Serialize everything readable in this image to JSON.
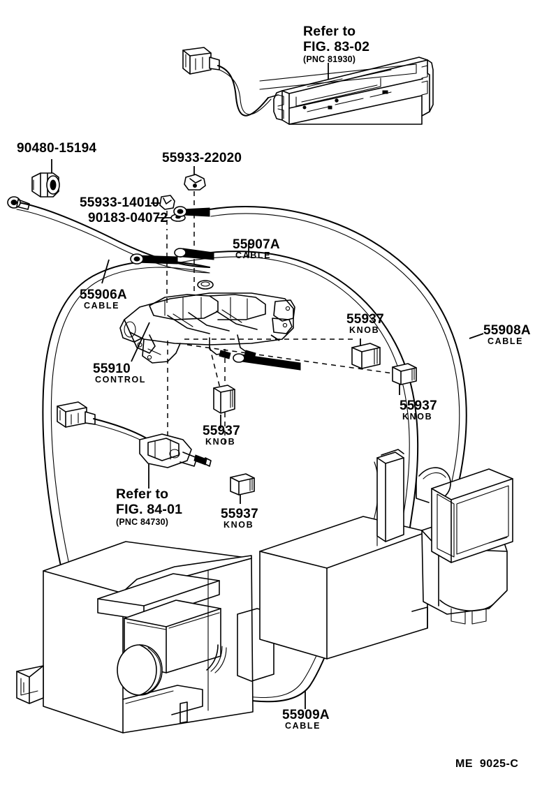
{
  "diagram": {
    "footer_code": "ME  9025-C",
    "title_hidden": "",
    "references": [
      {
        "id": "ref-83-02",
        "line1": "Refer to",
        "line2": "FIG. 83-02",
        "line3": "(PNC 81930)"
      },
      {
        "id": "ref-84-01",
        "line1": "Refer to",
        "line2": "FIG. 84-01",
        "line3": "(PNC 84730)"
      }
    ],
    "parts": [
      {
        "id": "p-90480",
        "number": "90480-15194",
        "name": ""
      },
      {
        "id": "p-55933-22020",
        "number": "55933-22020",
        "name": ""
      },
      {
        "id": "p-55933-14010",
        "number": "55933-14010",
        "name": ""
      },
      {
        "id": "p-90183",
        "number": "90183-04072",
        "name": ""
      },
      {
        "id": "p-55906A",
        "number": "55906A",
        "name": "CABLE"
      },
      {
        "id": "p-55907A",
        "number": "55907A",
        "name": "CABLE"
      },
      {
        "id": "p-55908A",
        "number": "55908A",
        "name": "CABLE"
      },
      {
        "id": "p-55909A",
        "number": "55909A",
        "name": "CABLE"
      },
      {
        "id": "p-55910",
        "number": "55910",
        "name": "CONTROL"
      },
      {
        "id": "p-55937-a",
        "number": "55937",
        "name": "KNOB"
      },
      {
        "id": "p-55937-b",
        "number": "55937",
        "name": "KNOB"
      },
      {
        "id": "p-55937-c",
        "number": "55937",
        "name": "KNOB"
      },
      {
        "id": "p-55937-d",
        "number": "55937",
        "name": "KNOB"
      }
    ],
    "colors": {
      "ink": "#000000",
      "paper": "#ffffff"
    }
  }
}
